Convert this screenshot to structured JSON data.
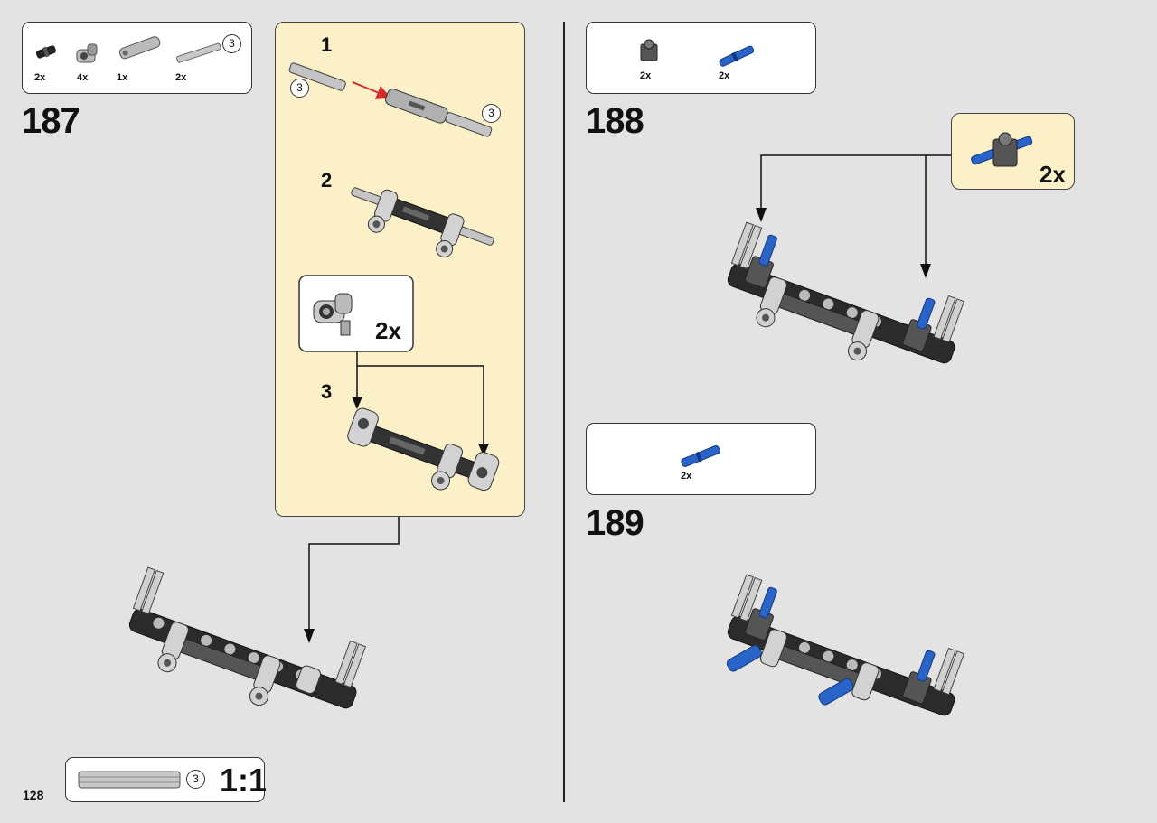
{
  "page": {
    "number": "128"
  },
  "step187": {
    "number": "187",
    "parts": [
      {
        "qty": "2x",
        "icon": "black-connector-pin"
      },
      {
        "qty": "4x",
        "icon": "gray-cross-block"
      },
      {
        "qty": "1x",
        "icon": "gray-axle-connector"
      },
      {
        "qty": "2x",
        "icon": "gray-axle-3"
      }
    ],
    "axle_length_badge": "3",
    "substeps": [
      {
        "number": "1",
        "badge_left": "3",
        "badge_right": "3"
      },
      {
        "number": "2"
      },
      {
        "number": "3",
        "callout_multiplier": "2x"
      }
    ]
  },
  "step188": {
    "number": "188",
    "parts": [
      {
        "qty": "2x",
        "icon": "dark-gray-brick-1x1-with-hole"
      },
      {
        "qty": "2x",
        "icon": "blue-axle-pin"
      }
    ],
    "callout_multiplier": "2x"
  },
  "step189": {
    "number": "189",
    "parts": [
      {
        "qty": "2x",
        "icon": "blue-axle-pin"
      }
    ]
  },
  "scale_box": {
    "length_badge": "3",
    "scale_label": "1:1"
  },
  "colors": {
    "background": "#e3e3e3",
    "submodel_bg": "#fbf0c8",
    "lego_blue": "#2a64c8",
    "arrow_red": "#d42a2a"
  }
}
